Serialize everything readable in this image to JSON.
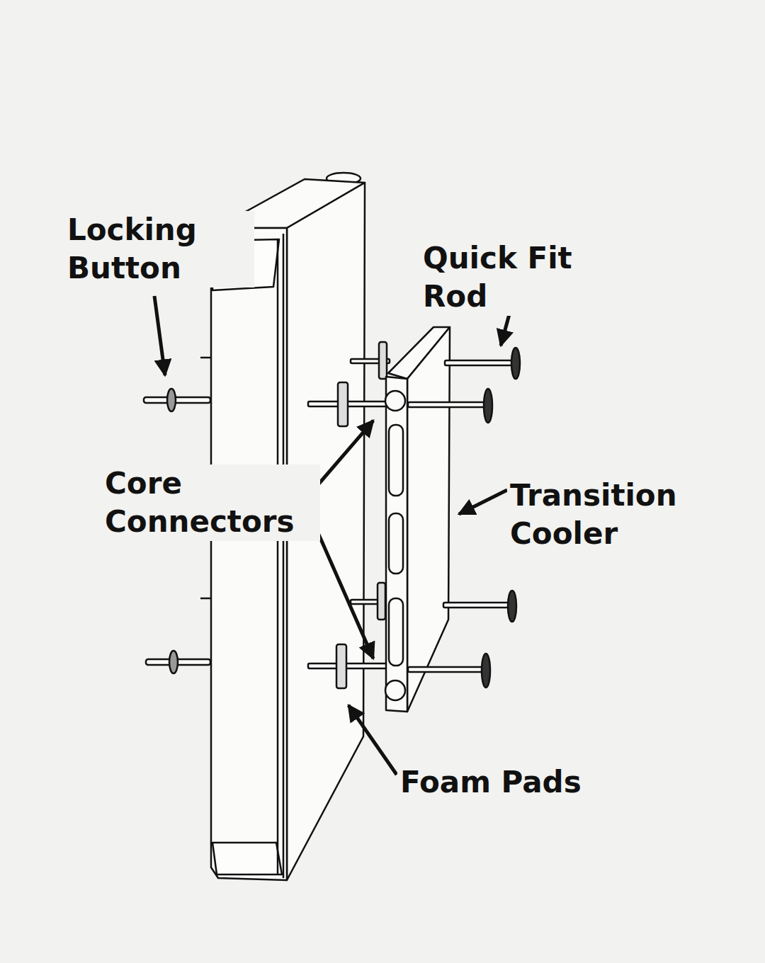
{
  "diagram": {
    "labels": [
      "Locking Button",
      "Quick Fit Rod",
      "Core Connectors",
      "Transition Cooler",
      "Foam Pads"
    ]
  }
}
